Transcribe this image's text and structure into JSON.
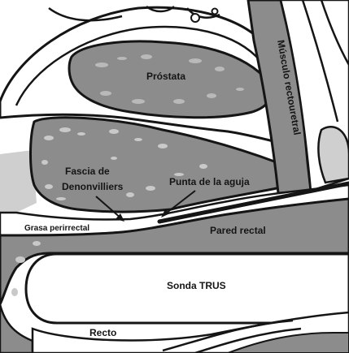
{
  "labels": {
    "prostate": "Próstata",
    "rectourethral_muscle": "Músculo rectouretral",
    "denonvilliers_line1": "Fascia de",
    "denonvilliers_line2": "Denonvilliers",
    "needle_tip": "Punta de la aguja",
    "perirectal_fat": "Grasa perirrectal",
    "rectal_wall": "Pared rectal",
    "trus_probe": "Sonda TRUS",
    "rectum": "Recto"
  },
  "colors": {
    "outline": "#151515",
    "tissue_gray": "#8c8c8c",
    "light_gray": "#c8c8c8",
    "background": "#ffffff"
  }
}
